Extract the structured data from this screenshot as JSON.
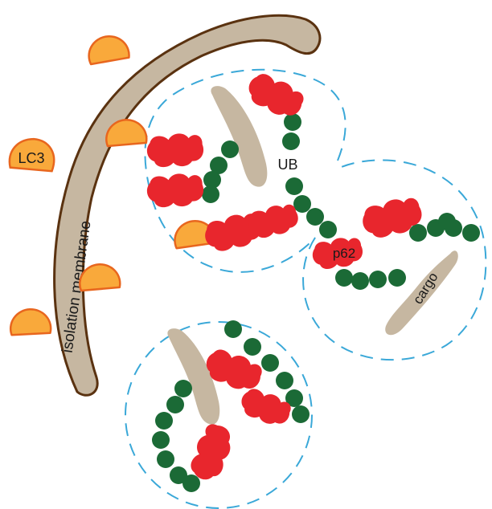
{
  "labels": {
    "membrane": "isolation membrane",
    "lc3": "LC3",
    "ub": "UB",
    "p62": "p62",
    "cargo": "cargo"
  },
  "colors": {
    "membrane_fill": "#c6b7a1",
    "membrane_stroke": "#5a3210",
    "lc3_fill": "#f9a93b",
    "lc3_stroke": "#e8661e",
    "p62_fill": "#e8262d",
    "ub_fill": "#1b6a36",
    "cargo_fill": "#c6b7a1",
    "dashed_circle": "#3aa8d8"
  },
  "icons": [
    "lc3-protein-icon",
    "p62-oligomer-icon",
    "ubiquitin-chain-icon",
    "cargo-icon",
    "aggregate-boundary-icon"
  ]
}
